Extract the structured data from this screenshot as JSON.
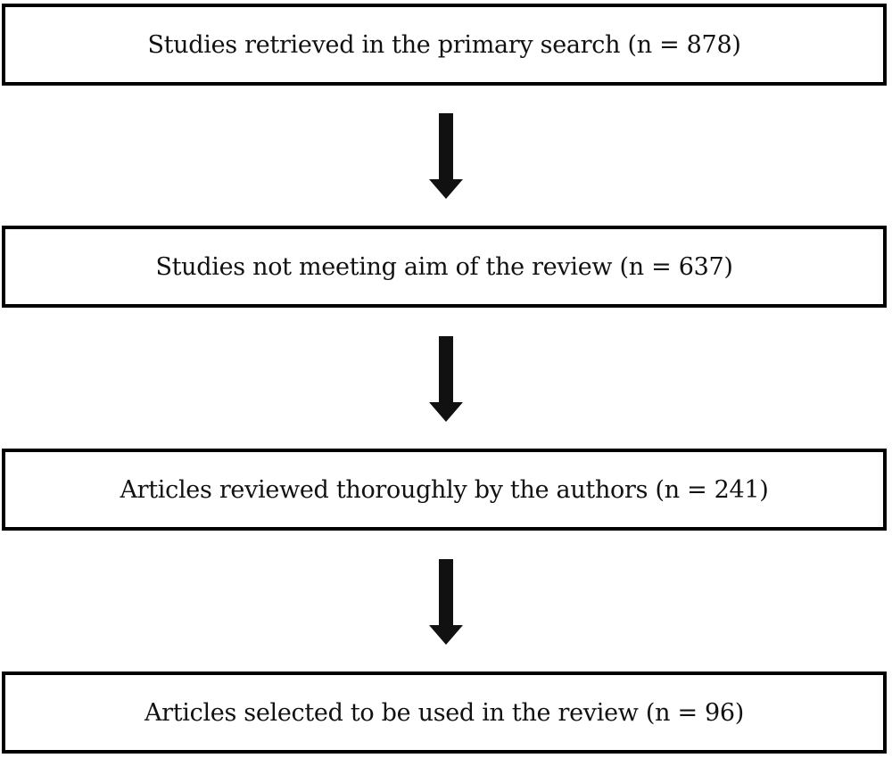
{
  "diagram": {
    "type": "flowchart",
    "direction": "top-to-bottom",
    "steps": [
      {
        "label": "Studies retrieved in the primary search (n = 878)"
      },
      {
        "label": "Studies not meeting aim of the review (n = 637)"
      },
      {
        "label": "Articles reviewed thoroughly by the authors (n = 241)"
      },
      {
        "label": "Articles selected to be used in the review (n = 96)"
      }
    ],
    "connectors": [
      {
        "from": 0,
        "to": 1,
        "style": "arrow-down"
      },
      {
        "from": 1,
        "to": 2,
        "style": "arrow-down"
      },
      {
        "from": 2,
        "to": 3,
        "style": "arrow-down"
      }
    ]
  },
  "colors": {
    "border": "#000000",
    "arrow": "#111111",
    "text": "#111111",
    "background": "#ffffff"
  }
}
